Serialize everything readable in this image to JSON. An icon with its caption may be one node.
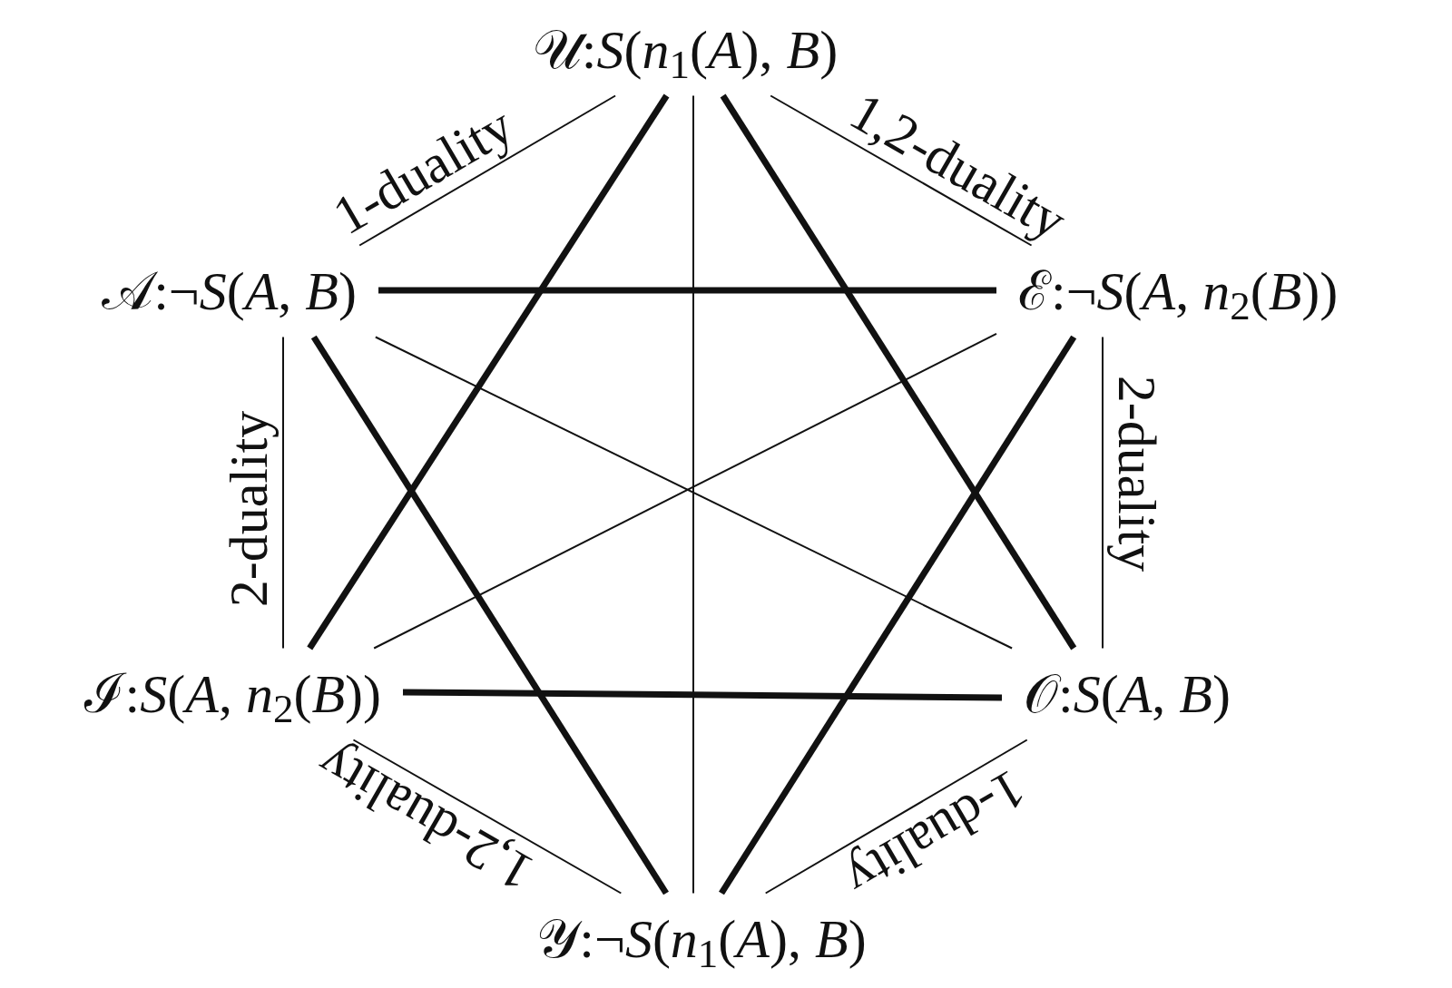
{
  "diagram": {
    "nodes": [
      {
        "text": [
          "𝒰:*S*(*n*$_{1}$(*A*), *B*)"
        ]
      },
      {
        "text": [
          "𝒜:¬*S*(*A*, *B*)"
        ]
      },
      {
        "text": [
          "ℰ:¬*S*(*A*, *n*$_{2}$(*B*))"
        ]
      },
      {
        "text": [
          "ℐ:*S*(*A*, *n*$_{2}$(*B*))"
        ]
      },
      {
        "text": [
          "𝒪:*S*(*A*, *B*)"
        ]
      },
      {
        "text": [
          "𝒴:¬*S*(*n*$_{1}$(*A*), *B*)"
        ]
      }
    ],
    "edges": [
      {
        "from": 0,
        "to": 1,
        "arrow": "none",
        "label": "1-duality"
      },
      {
        "from": 0,
        "to": 2,
        "arrow": "none",
        "label": "1,2-duality"
      },
      {
        "from": 1,
        "to": 3,
        "arrow": "none",
        "label": "2-duality"
      },
      {
        "from": 2,
        "to": 4,
        "arrow": "none",
        "label": "2-duality"
      },
      {
        "from": 3,
        "to": 5,
        "arrow": "none",
        "label": "1,2-duality"
      },
      {
        "from": 4,
        "to": 5,
        "arrow": "none",
        "label": "1-duality"
      },
      {
        "from": 1,
        "to": 2,
        "arrow": "none",
        "style": "thick"
      },
      {
        "from": 3,
        "to": 4,
        "arrow": "none",
        "style": "thick"
      },
      {
        "from": 0,
        "to": 3,
        "arrow": "none",
        "style": "thick"
      },
      {
        "from": 0,
        "to": 4,
        "arrow": "none",
        "style": "thick"
      },
      {
        "from": 1,
        "to": 5,
        "arrow": "none",
        "style": "thick"
      },
      {
        "from": 2,
        "to": 5,
        "arrow": "none",
        "style": "thick"
      },
      {
        "from": 0,
        "to": 5,
        "arrow": "none"
      },
      {
        "from": 1,
        "to": 4,
        "arrow": "none"
      },
      {
        "from": 2,
        "to": 3,
        "arrow": "none"
      }
    ]
  }
}
